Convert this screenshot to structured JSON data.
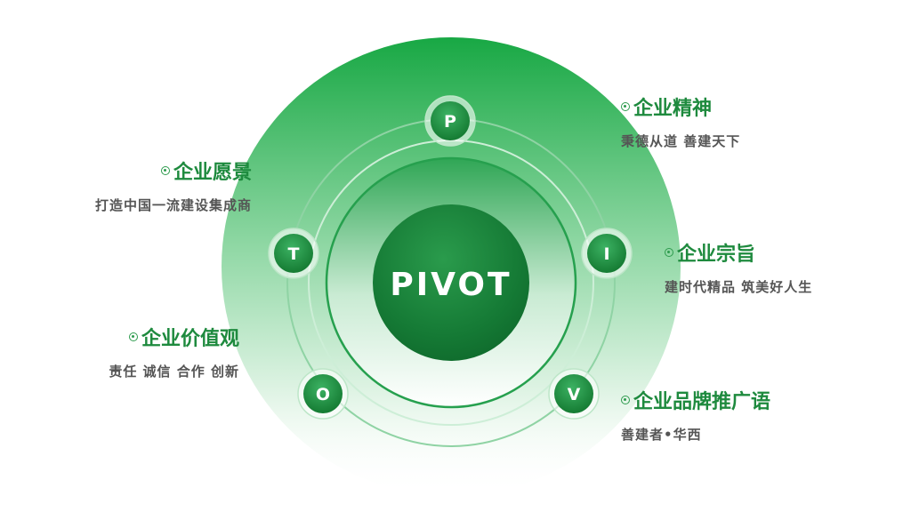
{
  "center": {
    "label": "PIVOT"
  },
  "nodes": [
    {
      "letter": "P"
    },
    {
      "letter": "I"
    },
    {
      "letter": "V"
    },
    {
      "letter": "O"
    },
    {
      "letter": "T"
    }
  ],
  "labels": {
    "spirit": {
      "title": "企业精神",
      "subtitle": "秉德从道 善建天下"
    },
    "purpose": {
      "title": "企业宗旨",
      "subtitle": "建时代精品 筑美好人生"
    },
    "slogan": {
      "title": "企业品牌推广语",
      "subtitle": "善建者•华西"
    },
    "vision": {
      "title": "企业愿景",
      "subtitle": "打造中国一流建设集成商"
    },
    "values": {
      "title": "企业价值观",
      "subtitle": "责任 诚信 合作 创新"
    }
  },
  "colors": {
    "primary_green": "#1e8a3e",
    "text_gray": "#555555"
  }
}
